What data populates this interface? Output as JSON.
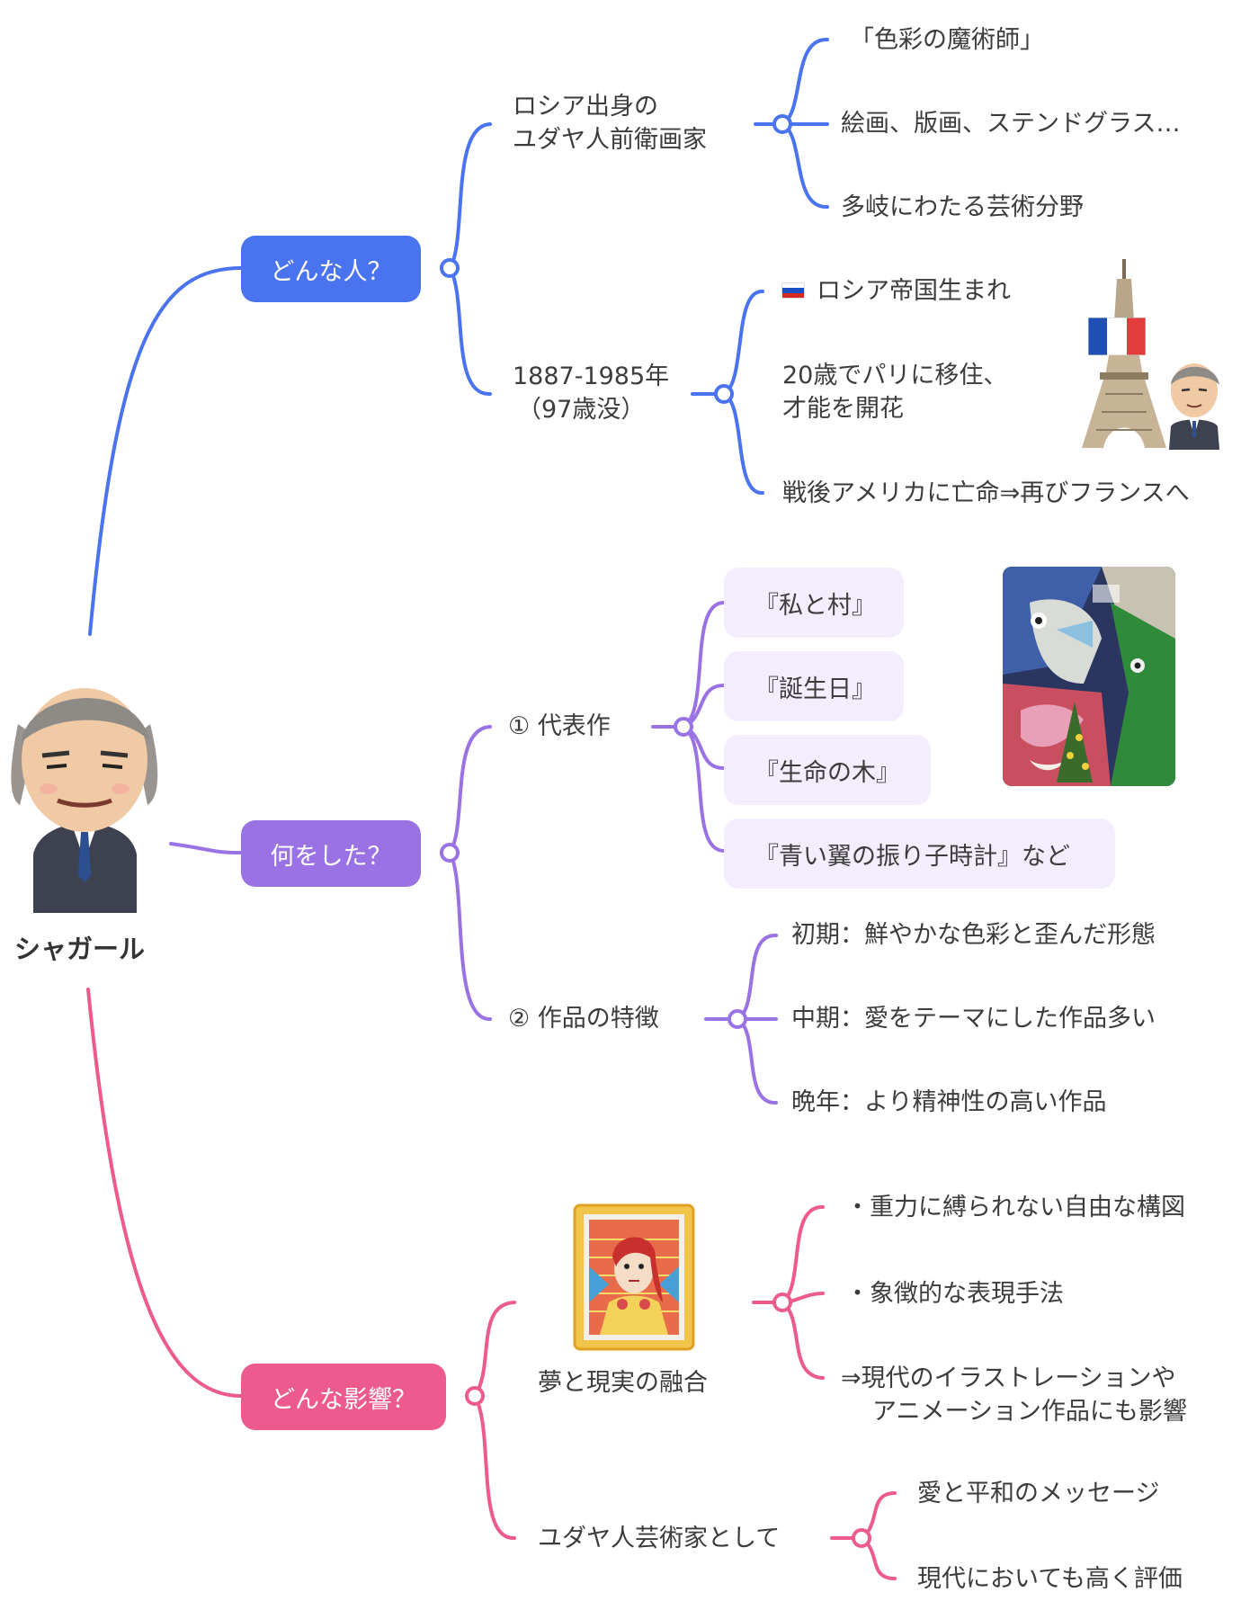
{
  "center": {
    "name": "シャガール"
  },
  "colors": {
    "blue": "#4a73ef",
    "purple": "#9b72e4",
    "pink": "#ec5a8e",
    "card_bg": "#f4edfd"
  },
  "branch1": {
    "label": "どんな人？",
    "sub1": {
      "line1": "ロシア出身の",
      "line2": "ユダヤ人前衛画家",
      "items": [
        "「色彩の魔術師」",
        "絵画、版画、ステンドグラス…",
        "多岐にわたる芸術分野"
      ]
    },
    "sub2": {
      "line1": "1887-1985年",
      "line2": "（97歳没）",
      "items": [
        "ロシア帝国生まれ",
        "20歳でパリに移住、",
        "才能を開花",
        "戦後アメリカに亡命⇒再びフランスへ"
      ]
    }
  },
  "branch2": {
    "label": "何をした？",
    "sub1": {
      "label": "① 代表作",
      "works": [
        "『私と村』",
        "『誕生日』",
        "『生命の木』",
        "『青い翼の振り子時計』など"
      ]
    },
    "sub2": {
      "label": "② 作品の特徴",
      "items": [
        "初期：鮮やかな色彩と歪んだ形態",
        "中期：愛をテーマにした作品多い",
        "晩年：より精神性の高い作品"
      ]
    }
  },
  "branch3": {
    "label": "どんな影響？",
    "sub1": {
      "label": "夢と現実の融合",
      "items": [
        "・重力に縛られない自由な構図",
        "・象徴的な表現手法",
        "⇒現代のイラストレーションや",
        "アニメーション作品にも影響"
      ]
    },
    "sub2": {
      "label": "ユダヤ人芸術家として",
      "items": [
        "愛と平和のメッセージ",
        "現代においても高く評価"
      ]
    }
  },
  "icons": [
    "flag-russia-icon",
    "eiffel-tower-icon",
    "flag-france-icon",
    "chagall-portrait-icon",
    "painting-i-and-the-village-icon",
    "framed-painting-icon"
  ]
}
